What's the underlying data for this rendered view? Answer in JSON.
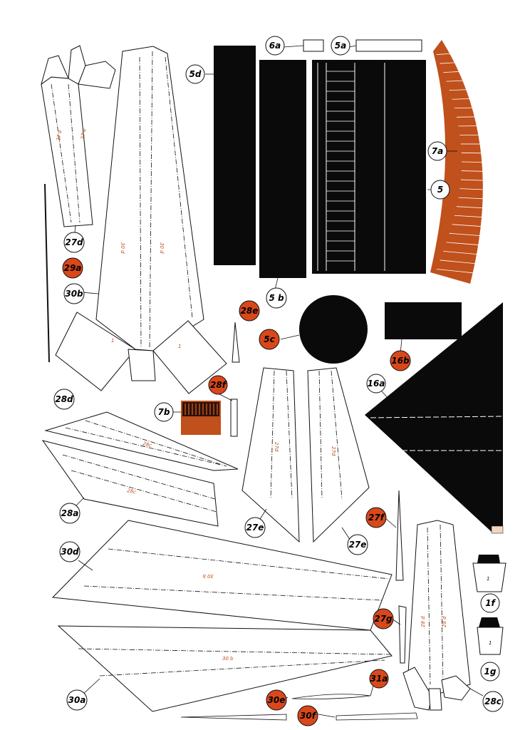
{
  "sheet": {
    "colors": {
      "black": "#0a0a0a",
      "orange": "#c0501c",
      "paper": "#ffffff",
      "line": "#111111"
    },
    "labels": {
      "l5a": "5a",
      "l5b": "5 b",
      "l5c": "5c",
      "l5d": "5d",
      "l5": "5",
      "l6a": "6a",
      "l7a": "7a",
      "l7b": "7b",
      "l16a": "16a",
      "l16b": "16b",
      "l27d": "27d",
      "l27e_1": "27e",
      "l27e_2": "27e",
      "l27f": "27f",
      "l27g": "27g",
      "l28a": "28a",
      "l28c": "28c",
      "l28d": "28d",
      "l28e": "28e",
      "l28f": "28f",
      "l29a": "29a",
      "l30a": "30a",
      "l30b": "30b",
      "l30d": "30d",
      "l30e": "30e",
      "l30f": "30f",
      "l31a": "31a",
      "l1f": "1f",
      "l1g": "1g"
    },
    "part_marks": {
      "m27e_a": "27 e",
      "m27e_b": "27 e",
      "m30d_a": "30 d",
      "m30d_b": "30 d",
      "m27d_a": "27d",
      "m27d_b": "27d",
      "m28c_a": "28c",
      "m28c_b": "28c",
      "m30b_a": "30 b",
      "m30b_b": "30 b",
      "m28d_a": "28 d",
      "m28d_b": "28 d",
      "m1_a": "1",
      "m1_b": "1",
      "m1_c": "1",
      "m1_d": "1"
    }
  }
}
